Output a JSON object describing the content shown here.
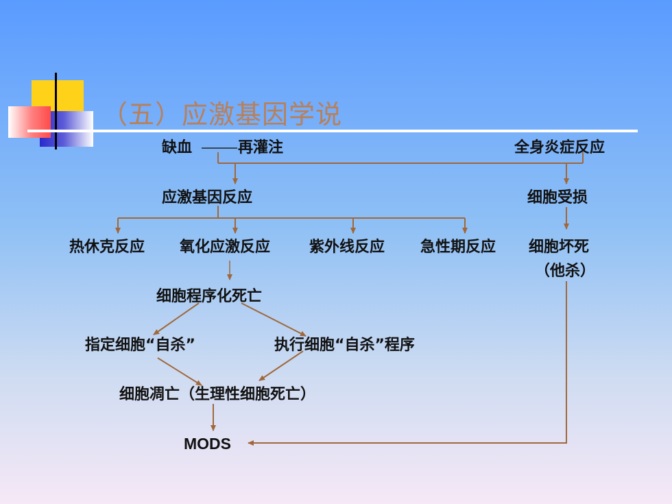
{
  "title": "（五）应激基因学说",
  "nodes": {
    "ischemia_reperfusion_a": "缺血",
    "ischemia_reperfusion_b": "再灌注",
    "sirs": "全身炎症反应",
    "stress_gene_response": "应激基因反应",
    "cell_damage": "细胞受损",
    "heat_shock": "热休克反应",
    "oxidative_stress": "氧化应激反应",
    "uv_response": "紫外线反应",
    "acute_phase": "急性期反应",
    "necrosis": "细胞坏死",
    "necrosis_note": "（他杀）",
    "programmed_death": "细胞程序化死亡",
    "designate_suicide": "指定细胞“自杀”",
    "execute_suicide": "执行细胞“自杀”程序",
    "apoptosis": "细胞凋亡（生理性细胞死亡）",
    "mods": "MODS"
  },
  "colors": {
    "arrow": "#a0683a",
    "title": "#b8805a",
    "deco_yellow": "#ffd21a",
    "deco_red": "#ff4a4a",
    "deco_blue": "#2a2acc"
  }
}
